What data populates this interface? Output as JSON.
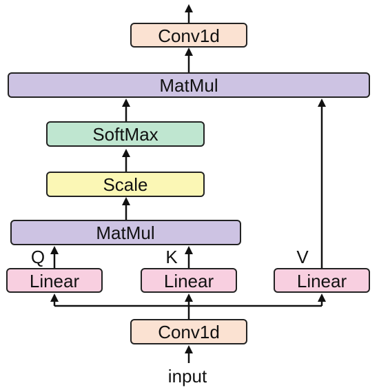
{
  "colors": {
    "conv": "#fbe2d2",
    "matmul": "#cdc3e3",
    "softmax": "#bfe6d0",
    "scale": "#fbf7b5",
    "linear": "#f8cfe0"
  },
  "nodes": {
    "conv_top": "Conv1d",
    "matmul_top": "MatMul",
    "softmax": "SoftMax",
    "scale": "Scale",
    "matmul_bottom": "MatMul",
    "linear_q": "Linear",
    "linear_k": "Linear",
    "linear_v": "Linear",
    "conv_bottom": "Conv1d"
  },
  "labels": {
    "q": "Q",
    "k": "K",
    "v": "V",
    "input": "input"
  }
}
